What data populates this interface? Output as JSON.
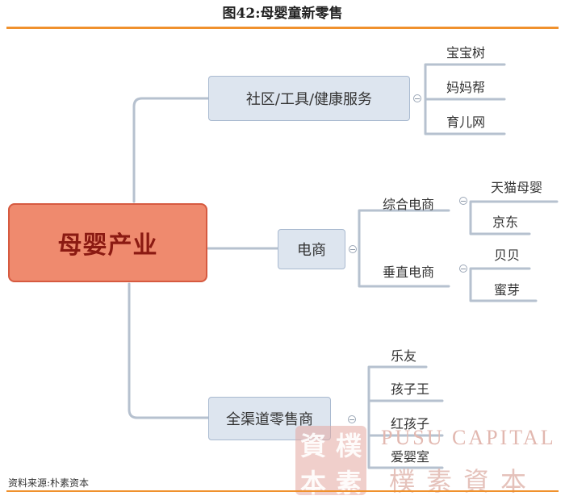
{
  "header": {
    "title": "图42:母婴童新零售"
  },
  "colors": {
    "accent_rule": "#f0912d",
    "root_fill": "#ef8a6e",
    "root_text": "#8b1a12",
    "node_fill": "#dde5ef",
    "connector": "#b6c1cf"
  },
  "diagram": {
    "root": "母婴产业",
    "branches": [
      {
        "label": "社区/工具/健康服务",
        "leaves": [
          "宝宝树",
          "妈妈帮",
          "育儿网"
        ]
      },
      {
        "label": "电商",
        "groups": [
          {
            "label": "综合电商",
            "leaves": [
              "天猫母婴",
              "京东"
            ]
          },
          {
            "label": "垂直电商",
            "leaves": [
              "贝贝",
              "蜜芽"
            ]
          }
        ]
      },
      {
        "label": "全渠道零售商",
        "leaves": [
          "乐友",
          "孩子王",
          "红孩子",
          "爱婴室"
        ]
      }
    ]
  },
  "footer": {
    "source": "资料来源:朴素资本",
    "watermark_en": "PUSU CAPITAL",
    "watermark_cn": "樸素資本",
    "seal_chars": [
      "資",
      "樸",
      "本",
      "素"
    ]
  }
}
